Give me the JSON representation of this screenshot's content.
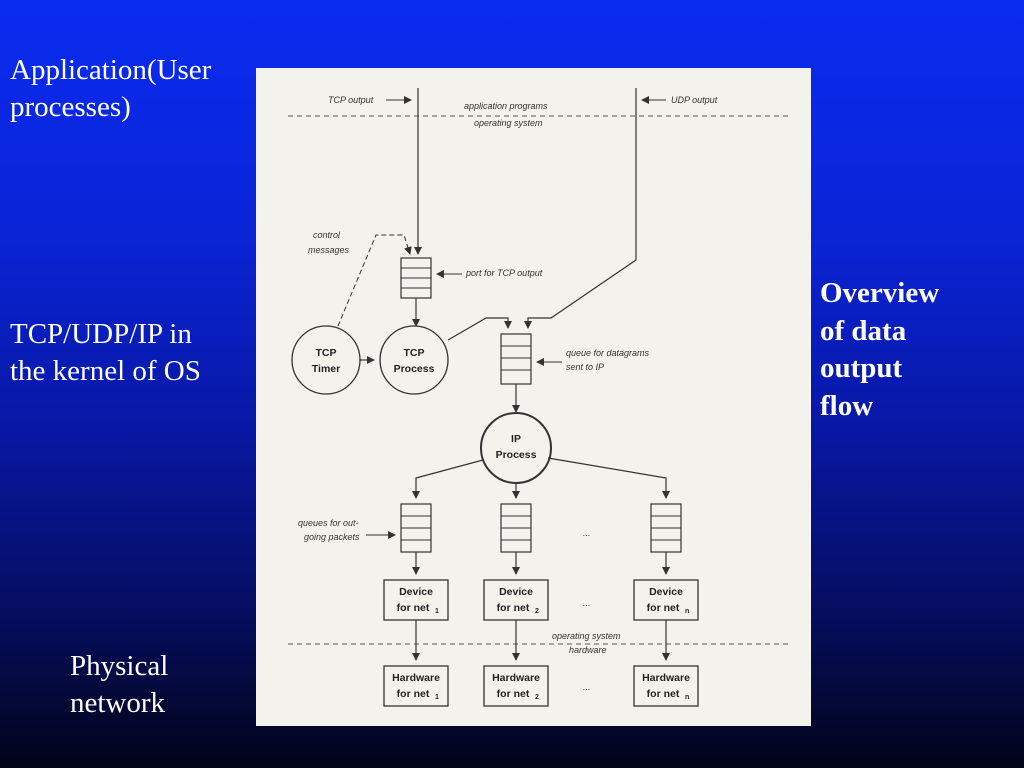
{
  "slide": {
    "app_label_1": "Application(User",
    "app_label_2": "processes)",
    "kernel_label_1": "TCP/UDP/IP in",
    "kernel_label_2": "the kernel of OS",
    "physical_label_1": "Physical",
    "physical_label_2": "network",
    "overview_1": "Overview",
    "overview_2": "of data",
    "overview_3": "output",
    "overview_4": "flow"
  },
  "figure": {
    "tcp_output": "TCP output",
    "udp_output": "UDP output",
    "app_programs": "application programs",
    "operating_system": "operating system",
    "control_messages_1": "control",
    "control_messages_2": "messages",
    "port_tcp_output": "port for TCP output",
    "tcp_timer_1": "TCP",
    "tcp_timer_2": "Timer",
    "tcp_process_1": "TCP",
    "tcp_process_2": "Process",
    "queue_datagrams_1": "queue for datagrams",
    "queue_datagrams_2": "sent to IP",
    "ip_process_1": "IP",
    "ip_process_2": "Process",
    "queues_outgoing_1": "queues for out-",
    "queues_outgoing_2": "going packets",
    "device_label": "Device",
    "for_net": "for net",
    "sub_1": "1",
    "sub_2": "2",
    "sub_n": "n",
    "os_bottom": "operating system",
    "hardware_bottom": "hardware",
    "hardware_label": "Hardware",
    "ellipsis": "..."
  },
  "colors": {
    "background_top": "#0a2cf0",
    "background_bottom": "#020418",
    "text": "#ffffff",
    "figure_bg": "#f4f2ec"
  }
}
